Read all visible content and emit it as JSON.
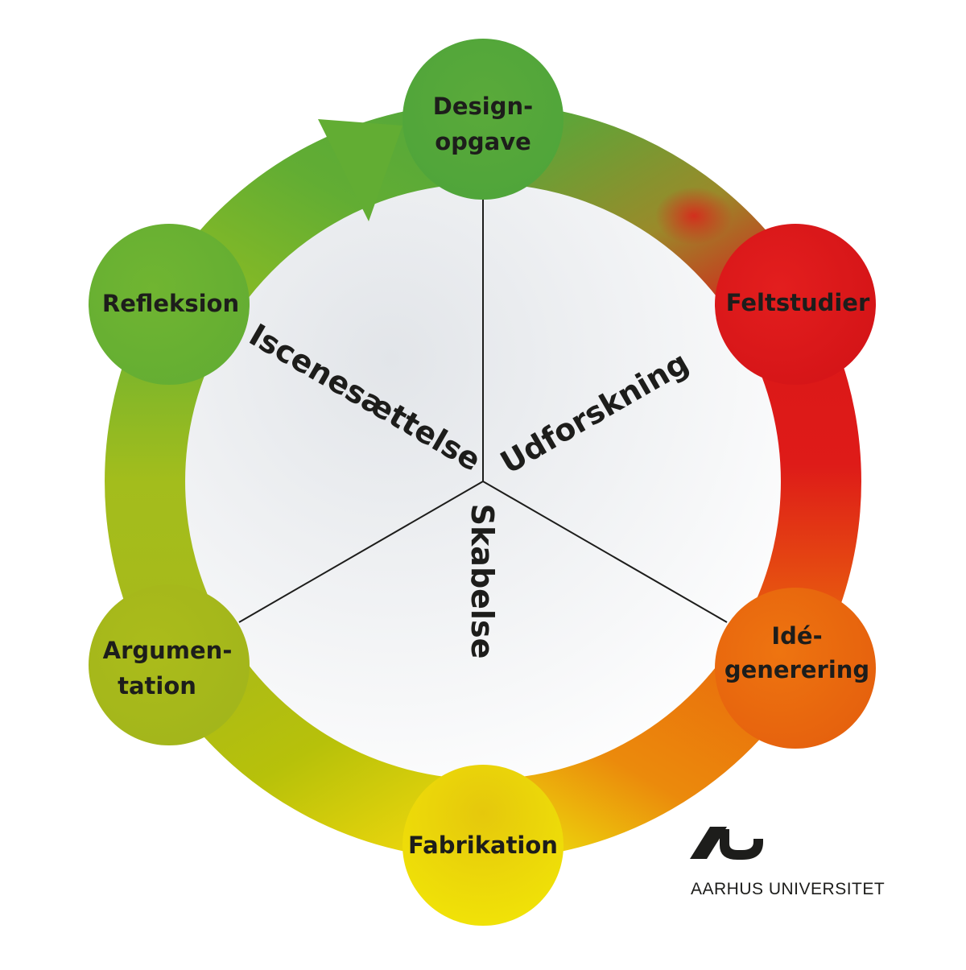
{
  "nodes": {
    "designopgave": {
      "line1": "Design-",
      "line2": "opgave",
      "color": "#56a83a"
    },
    "feltstudier": {
      "line1": "Feltstudier",
      "color": "#db1719"
    },
    "idegenerering": {
      "line1": "Idé-",
      "line2": "generering",
      "color": "#ea6a0d"
    },
    "fabrikation": {
      "line1": "Fabrikation",
      "color": "#ecd60c"
    },
    "argumentation": {
      "line1": "Argumen-",
      "line2": "tation",
      "color": "#a8b91a"
    },
    "refleksion": {
      "line1": "Refleksion",
      "color": "#6bb232"
    }
  },
  "phases": {
    "iscenesaettelse": "Iscenesættelse",
    "udforskning": "Udforskning",
    "skabelse": "Skabelse"
  },
  "logo": {
    "name": "AARHUS UNIVERSITET"
  }
}
